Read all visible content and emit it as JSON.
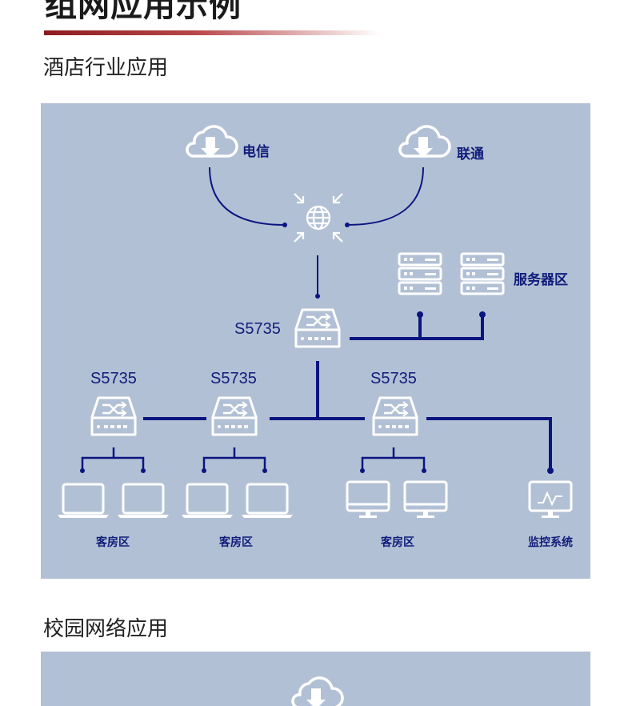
{
  "page": {
    "heading": "组网应用示例",
    "sections": [
      {
        "title": "酒店行业应用"
      },
      {
        "title": "校园网络应用"
      }
    ]
  },
  "hotel_diagram": {
    "isp_left": "电信",
    "isp_right": "联通",
    "server_zone": "服务器区",
    "core_switch": "S5735",
    "access_switches": [
      "S5735",
      "S5735",
      "S5735"
    ],
    "zones": [
      "客房区",
      "客房区",
      "客房区",
      "监控系统"
    ]
  },
  "colors": {
    "panel": "#b2c0d5",
    "line": "#0b1580",
    "icon": "#ffffff",
    "accent": "#8e1b1f"
  }
}
